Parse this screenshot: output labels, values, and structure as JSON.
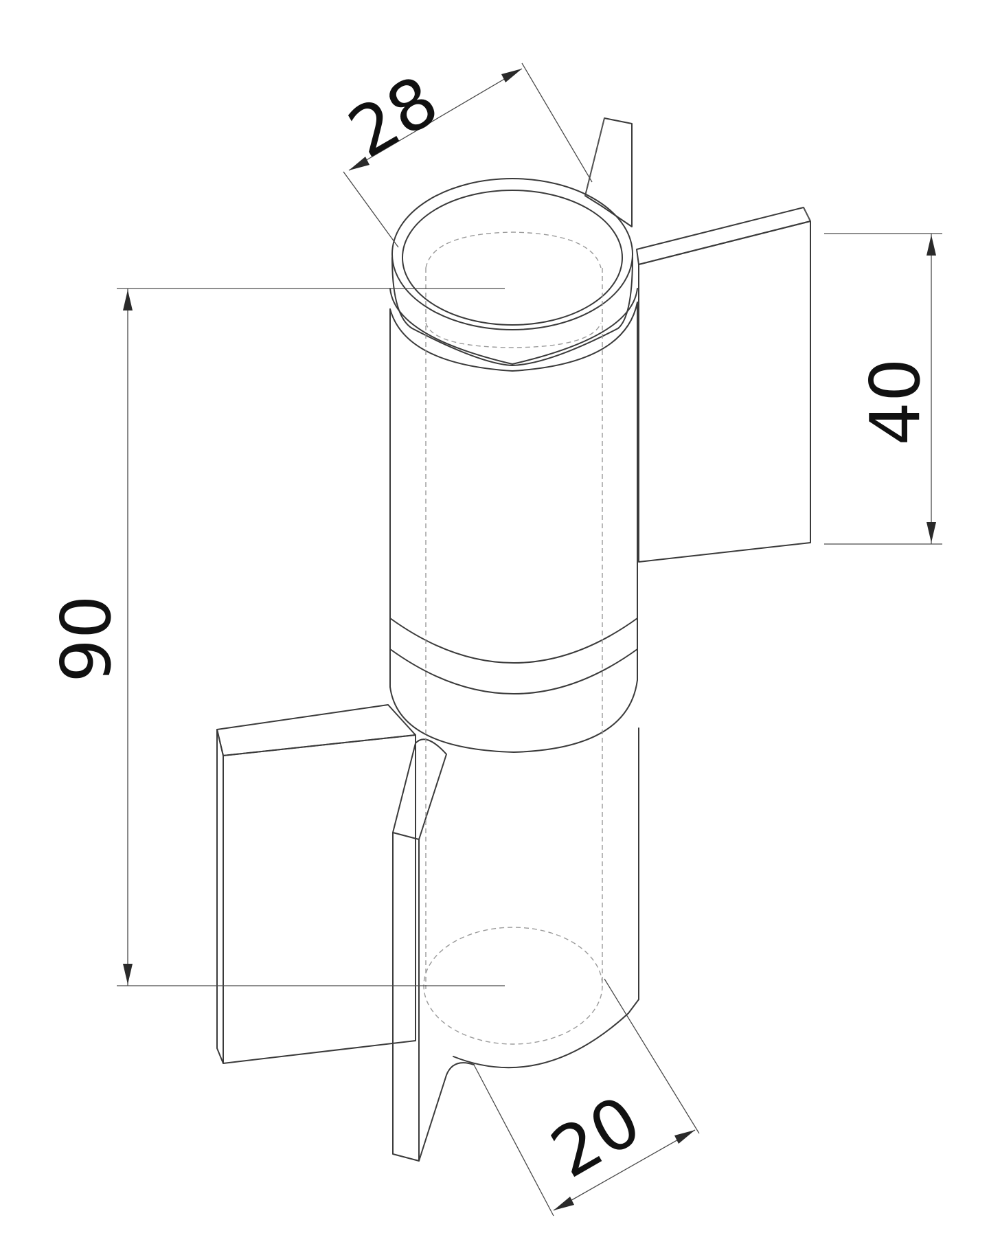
{
  "dimensions": {
    "outer_diameter": "28",
    "length": "90",
    "plate_height": "40",
    "inner_diameter": "20"
  }
}
